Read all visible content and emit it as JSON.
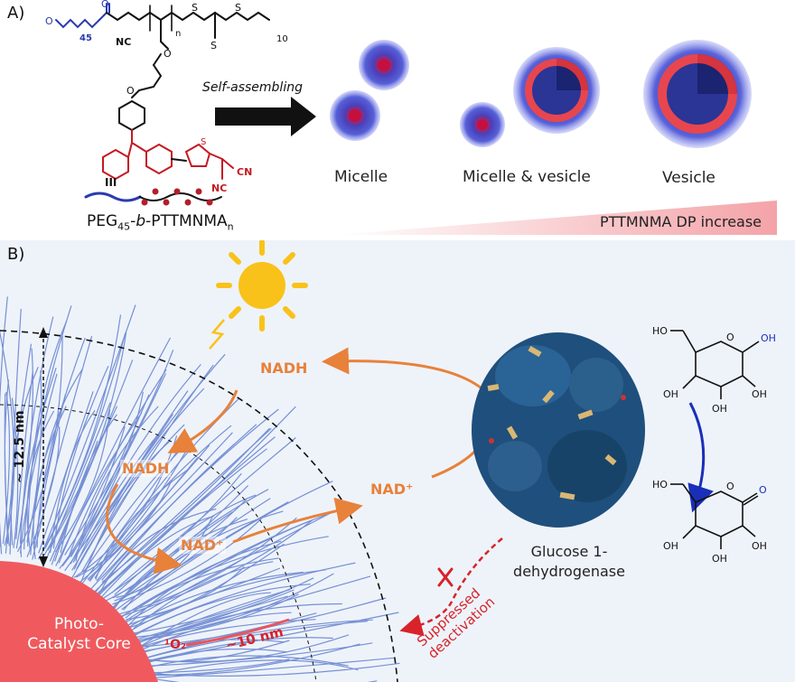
{
  "panel_a": {
    "label": "A)",
    "polymer_name_main": "PEG",
    "polymer_name_sub1": "45",
    "polymer_name_mid": "-",
    "polymer_name_b": "b",
    "polymer_name_mid2": "-PTTMNMA",
    "polymer_name_sub2": "n",
    "arrow_label": "Self-assembling",
    "morphologies": [
      "Micelle",
      "Micelle & vesicle",
      "Vesicle"
    ],
    "gradient_label": "PTTMNMA DP increase",
    "chem_labels": {
      "nc": "NC",
      "o1": "O",
      "o2": "O",
      "s1": "S",
      "s2": "S",
      "s3": "S",
      "n": "n",
      "sub45": "45",
      "sub10": "10",
      "cn": "CN",
      "nc2": "NC",
      "o3": "O",
      "o4": "O",
      "s4": "S",
      "roman": "III"
    }
  },
  "panel_b": {
    "label": "B)",
    "nadh_top": "NADH",
    "nad_plus_right": "NAD⁺",
    "nadh_inner": "NADH",
    "nad_plus_inner": "NAD⁺",
    "thickness_label": "~ 12.5 nm",
    "core_label_line1": "Photo-",
    "core_label_line2": "Catalyst Core",
    "singlet_oxygen": "¹O₂",
    "distance_label": "~10 nm",
    "enzyme_line1": "Glucose 1-",
    "enzyme_line2": "dehydrogenase",
    "suppressed_line1": "Suppressed",
    "suppressed_line2": "deactivation",
    "glucose_labels": {
      "oh1": "OH",
      "oh2": "OH",
      "oh3": "OH",
      "oh4": "OH",
      "ho1": "HO",
      "o_ring": "O"
    },
    "lactone_labels": {
      "oh1": "OH",
      "oh2": "OH",
      "oh3": "OH",
      "ho1": "HO",
      "o_ring": "O",
      "o_keto": "O"
    }
  },
  "colors": {
    "orange": "#e8813a",
    "red": "#d8232a",
    "core": "#f05a5e",
    "panel_b_bg": "#eef3fa",
    "enzyme": "#1f4f7c",
    "blue_arrow": "#1a2fb8",
    "sun": "#f9c21a"
  }
}
